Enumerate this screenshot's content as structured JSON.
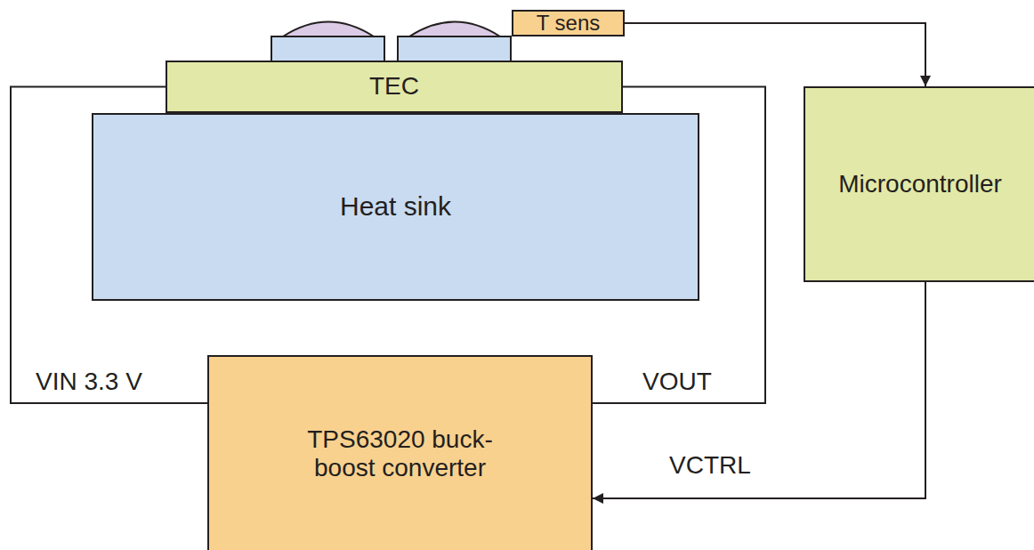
{
  "diagram": {
    "nodes": [
      {
        "text": [
          "T sens"
        ]
      },
      {
        "text": [
          "TEC"
        ]
      },
      {
        "text": [
          "Heat sink"
        ]
      },
      {
        "text": [
          "Microcontroller"
        ]
      },
      {
        "text": [
          "TPS63020 buck-boost converter"
        ]
      }
    ],
    "edges": [
      {
        "from": 0,
        "to": 3,
        "arrow": "to"
      },
      {
        "from": 3,
        "to": 4,
        "label": "VCTRL",
        "arrow": "to"
      },
      {
        "from": 4,
        "to": 1,
        "label": "VIN 3.3 V",
        "arrow": "none"
      },
      {
        "from": 4,
        "to": 1,
        "label": "VOUT",
        "arrow": "none"
      }
    ]
  }
}
